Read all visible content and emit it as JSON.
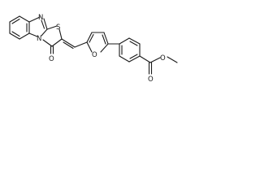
{
  "molecule": {
    "atoms": {
      "n_top": "N",
      "s_ring": "S",
      "n_fused": "N",
      "o_keto": "O",
      "o_furan": "O",
      "o_carbonyl": "O",
      "o_ester": "O"
    }
  }
}
